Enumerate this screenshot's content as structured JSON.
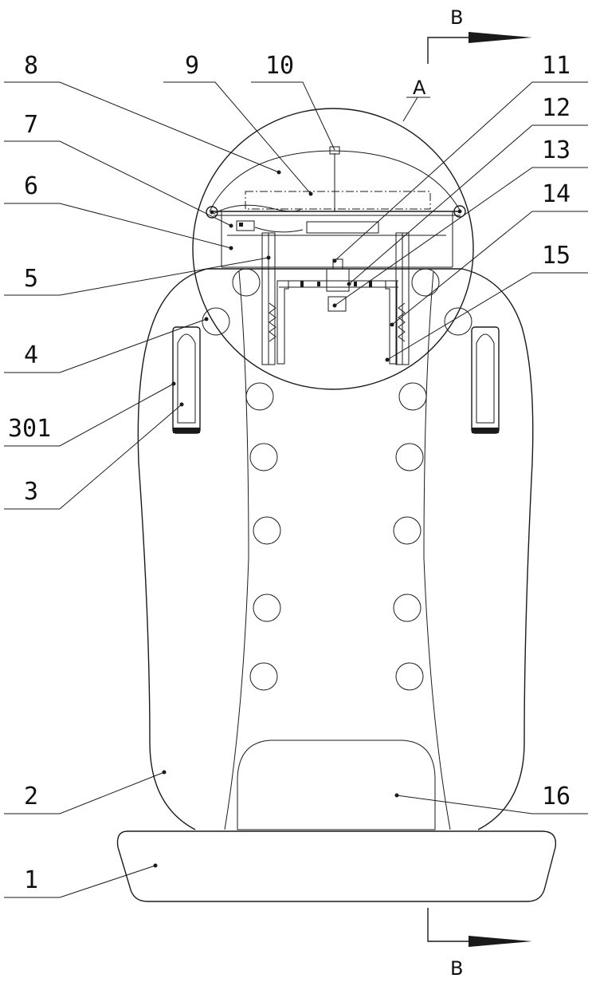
{
  "labels": {
    "l1": "1",
    "l2": "2",
    "l3": "3",
    "l301": "301",
    "l4": "4",
    "l5": "5",
    "l6": "6",
    "l7": "7",
    "l8": "8",
    "l9": "9",
    "l10": "10",
    "l11": "11",
    "l12": "12",
    "l13": "13",
    "l14": "14",
    "l15": "15",
    "l16": "16"
  },
  "section": {
    "top": "B",
    "bottom": "B",
    "detail": "A"
  }
}
